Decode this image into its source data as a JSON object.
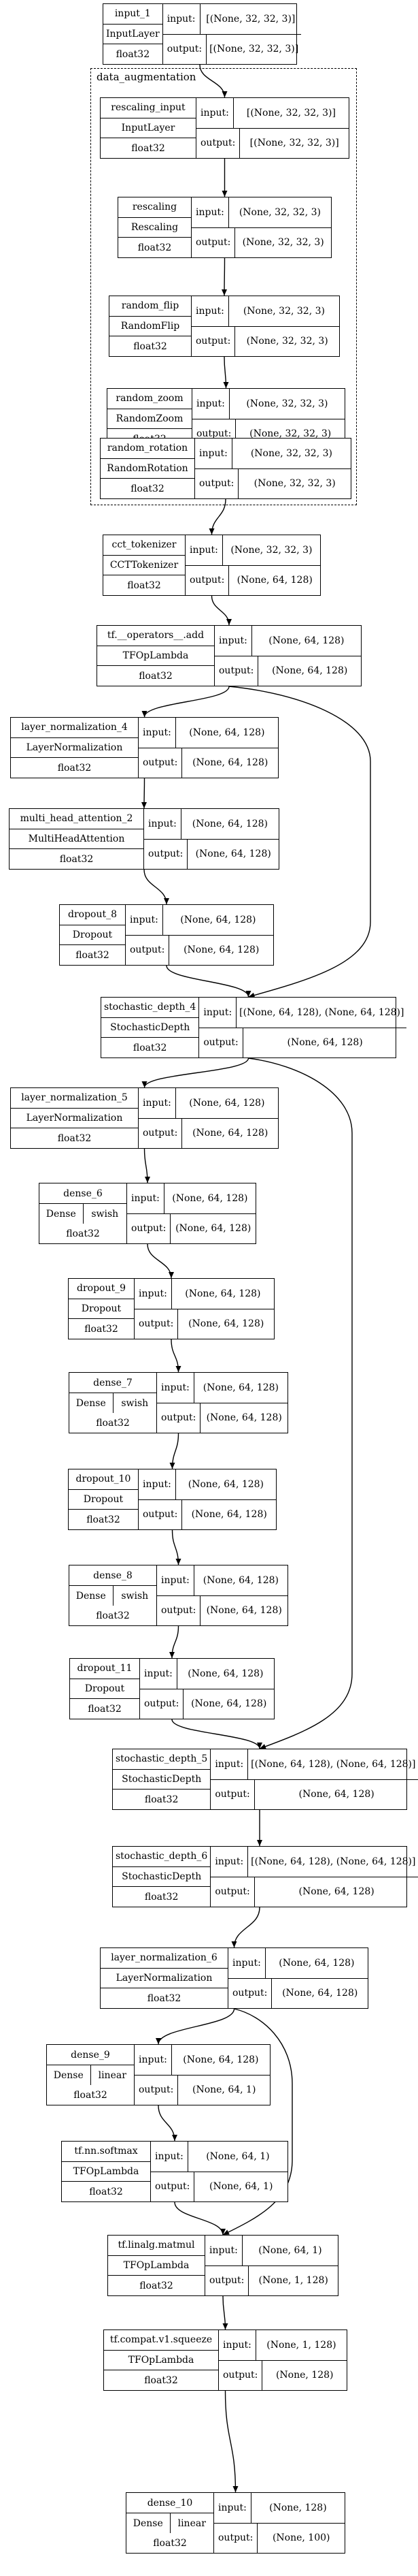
{
  "diagram": {
    "group": {
      "label": "data_augmentation"
    },
    "nodes": [
      {
        "id": "input_1",
        "name": "input_1",
        "cls": "InputLayer",
        "dtype": "float32",
        "input": "[(None, 32, 32, 3)]",
        "output": "[(None, 32, 32, 3)]"
      },
      {
        "id": "rescaling_input",
        "name": "rescaling_input",
        "cls": "InputLayer",
        "dtype": "float32",
        "input": "[(None, 32, 32, 3)]",
        "output": "[(None, 32, 32, 3)]"
      },
      {
        "id": "rescaling",
        "name": "rescaling",
        "cls": "Rescaling",
        "dtype": "float32",
        "input": "(None, 32, 32, 3)",
        "output": "(None, 32, 32, 3)"
      },
      {
        "id": "random_flip",
        "name": "random_flip",
        "cls": "RandomFlip",
        "dtype": "float32",
        "input": "(None, 32, 32, 3)",
        "output": "(None, 32, 32, 3)"
      },
      {
        "id": "random_zoom",
        "name": "random_zoom",
        "cls": "RandomZoom",
        "dtype": "float32",
        "input": "(None, 32, 32, 3)",
        "output": "(None, 32, 32, 3)"
      },
      {
        "id": "random_rotation",
        "name": "random_rotation",
        "cls": "RandomRotation",
        "dtype": "float32",
        "input": "(None, 32, 32, 3)",
        "output": "(None, 32, 32, 3)"
      },
      {
        "id": "cct_tokenizer",
        "name": "cct_tokenizer",
        "cls": "CCTTokenizer",
        "dtype": "float32",
        "input": "(None, 32, 32, 3)",
        "output": "(None, 64, 128)"
      },
      {
        "id": "tf_operators_add",
        "name": "tf.__operators__.add",
        "cls": "TFOpLambda",
        "dtype": "float32",
        "input": "(None, 64, 128)",
        "output": "(None, 64, 128)"
      },
      {
        "id": "layer_normalization_4",
        "name": "layer_normalization_4",
        "cls": "LayerNormalization",
        "dtype": "float32",
        "input": "(None, 64, 128)",
        "output": "(None, 64, 128)"
      },
      {
        "id": "multi_head_attention_2",
        "name": "multi_head_attention_2",
        "cls": "MultiHeadAttention",
        "dtype": "float32",
        "input": "(None, 64, 128)",
        "output": "(None, 64, 128)"
      },
      {
        "id": "dropout_8",
        "name": "dropout_8",
        "cls": "Dropout",
        "dtype": "float32",
        "input": "(None, 64, 128)",
        "output": "(None, 64, 128)"
      },
      {
        "id": "stochastic_depth_4",
        "name": "stochastic_depth_4",
        "cls": "StochasticDepth",
        "dtype": "float32",
        "input": "[(None, 64, 128), (None, 64, 128)]",
        "output": "(None, 64, 128)"
      },
      {
        "id": "layer_normalization_5",
        "name": "layer_normalization_5",
        "cls": "LayerNormalization",
        "dtype": "float32",
        "input": "(None, 64, 128)",
        "output": "(None, 64, 128)"
      },
      {
        "id": "dense_6",
        "name": "dense_6",
        "cls": "Dense",
        "act": "swish",
        "dtype": "float32",
        "input": "(None, 64, 128)",
        "output": "(None, 64, 128)"
      },
      {
        "id": "dropout_9",
        "name": "dropout_9",
        "cls": "Dropout",
        "dtype": "float32",
        "input": "(None, 64, 128)",
        "output": "(None, 64, 128)"
      },
      {
        "id": "dense_7",
        "name": "dense_7",
        "cls": "Dense",
        "act": "swish",
        "dtype": "float32",
        "input": "(None, 64, 128)",
        "output": "(None, 64, 128)"
      },
      {
        "id": "dropout_10",
        "name": "dropout_10",
        "cls": "Dropout",
        "dtype": "float32",
        "input": "(None, 64, 128)",
        "output": "(None, 64, 128)"
      },
      {
        "id": "dense_8",
        "name": "dense_8",
        "cls": "Dense",
        "act": "swish",
        "dtype": "float32",
        "input": "(None, 64, 128)",
        "output": "(None, 64, 128)"
      },
      {
        "id": "dropout_11",
        "name": "dropout_11",
        "cls": "Dropout",
        "dtype": "float32",
        "input": "(None, 64, 128)",
        "output": "(None, 64, 128)"
      },
      {
        "id": "stochastic_depth_5",
        "name": "stochastic_depth_5",
        "cls": "StochasticDepth",
        "dtype": "float32",
        "input": "[(None, 64, 128), (None, 64, 128)]",
        "output": "(None, 64, 128)"
      },
      {
        "id": "stochastic_depth_6",
        "name": "stochastic_depth_6",
        "cls": "StochasticDepth",
        "dtype": "float32",
        "input": "[(None, 64, 128), (None, 64, 128)]",
        "output": "(None, 64, 128)"
      },
      {
        "id": "layer_normalization_6",
        "name": "layer_normalization_6",
        "cls": "LayerNormalization",
        "dtype": "float32",
        "input": "(None, 64, 128)",
        "output": "(None, 64, 128)"
      },
      {
        "id": "dense_9",
        "name": "dense_9",
        "cls": "Dense",
        "act": "linear",
        "dtype": "float32",
        "input": "(None, 64, 128)",
        "output": "(None, 64, 1)"
      },
      {
        "id": "tf_nn_softmax",
        "name": "tf.nn.softmax",
        "cls": "TFOpLambda",
        "dtype": "float32",
        "input": "(None, 64, 1)",
        "output": "(None, 64, 1)"
      },
      {
        "id": "tf_linalg_matmul",
        "name": "tf.linalg.matmul",
        "cls": "TFOpLambda",
        "dtype": "float32",
        "input": "(None, 64, 1)",
        "output": "(None, 1, 128)"
      },
      {
        "id": "tf_compat_v1_squeeze",
        "name": "tf.compat.v1.squeeze",
        "cls": "TFOpLambda",
        "dtype": "float32",
        "input": "(None, 1, 128)",
        "output": "(None, 128)"
      },
      {
        "id": "dense_10",
        "name": "dense_10",
        "cls": "Dense",
        "act": "linear",
        "dtype": "float32",
        "input": "(None, 128)",
        "output": "(None, 100)"
      }
    ],
    "edges": [
      [
        "input_1",
        "rescaling_input"
      ],
      [
        "rescaling_input",
        "rescaling"
      ],
      [
        "rescaling",
        "random_flip"
      ],
      [
        "random_flip",
        "random_zoom"
      ],
      [
        "random_zoom",
        "random_rotation"
      ],
      [
        "random_rotation",
        "cct_tokenizer"
      ],
      [
        "cct_tokenizer",
        "tf_operators_add"
      ],
      [
        "tf_operators_add",
        "layer_normalization_4"
      ],
      [
        "tf_operators_add",
        "stochastic_depth_4"
      ],
      [
        "layer_normalization_4",
        "multi_head_attention_2"
      ],
      [
        "multi_head_attention_2",
        "dropout_8"
      ],
      [
        "dropout_8",
        "stochastic_depth_4"
      ],
      [
        "stochastic_depth_4",
        "layer_normalization_5"
      ],
      [
        "stochastic_depth_4",
        "stochastic_depth_5"
      ],
      [
        "layer_normalization_5",
        "dense_6"
      ],
      [
        "dense_6",
        "dropout_9"
      ],
      [
        "dropout_9",
        "dense_7"
      ],
      [
        "dense_7",
        "dropout_10"
      ],
      [
        "dropout_10",
        "dense_8"
      ],
      [
        "dense_8",
        "dropout_11"
      ],
      [
        "dropout_11",
        "stochastic_depth_5"
      ],
      [
        "stochastic_depth_5",
        "stochastic_depth_6"
      ],
      [
        "stochastic_depth_6",
        "layer_normalization_6"
      ],
      [
        "layer_normalization_6",
        "dense_9"
      ],
      [
        "layer_normalization_6",
        "tf_linalg_matmul"
      ],
      [
        "dense_9",
        "tf_nn_softmax"
      ],
      [
        "tf_nn_softmax",
        "tf_linalg_matmul"
      ],
      [
        "tf_linalg_matmul",
        "tf_compat_v1_squeeze"
      ],
      [
        "tf_compat_v1_squeeze",
        "dense_10"
      ]
    ]
  }
}
